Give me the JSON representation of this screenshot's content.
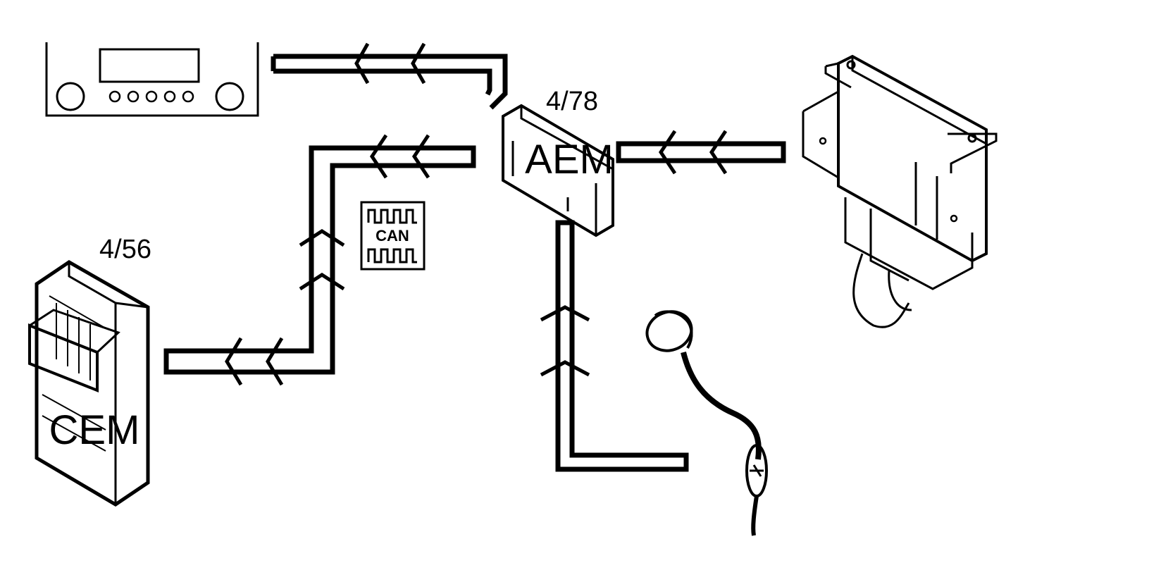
{
  "diagram": {
    "modules": {
      "cem": {
        "label": "CEM",
        "ref": "4/56"
      },
      "aem": {
        "label": "AEM",
        "ref": "4/78"
      }
    },
    "can_symbol": {
      "label": "CAN"
    }
  }
}
